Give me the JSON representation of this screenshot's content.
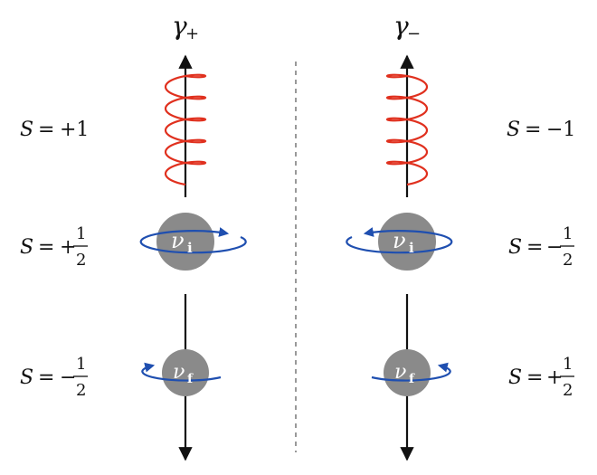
{
  "colors": {
    "photon_helix": "#e0301e",
    "spin_arrow": "#1f4fb0",
    "particle": "#8a8a8a",
    "axis": "#111111",
    "divider": "#999999"
  },
  "left": {
    "photon_label": "γ",
    "photon_sign": "+",
    "photon_spin": {
      "lhs": "S",
      "eq": "= ",
      "value": "+1"
    },
    "nu_i": {
      "symbol": "ν",
      "sub": "i"
    },
    "nu_i_spin": {
      "lhs": "S",
      "eq": "= ",
      "sign": "+",
      "num": "1",
      "den": "2"
    },
    "nu_f": {
      "symbol": "ν",
      "sub": "f"
    },
    "nu_f_spin": {
      "lhs": "S",
      "eq": "= ",
      "sign": "−",
      "num": "1",
      "den": "2"
    }
  },
  "right": {
    "photon_label": "γ",
    "photon_sign": "−",
    "photon_spin": {
      "lhs": "S",
      "eq": "= ",
      "value": "−1"
    },
    "nu_i": {
      "symbol": "ν",
      "sub": "i"
    },
    "nu_i_spin": {
      "lhs": "S",
      "eq": "= ",
      "sign": "−",
      "num": "1",
      "den": "2"
    },
    "nu_f": {
      "symbol": "ν",
      "sub": "f"
    },
    "nu_f_spin": {
      "lhs": "S",
      "eq": "= ",
      "sign": "+",
      "num": "1",
      "den": "2"
    }
  }
}
